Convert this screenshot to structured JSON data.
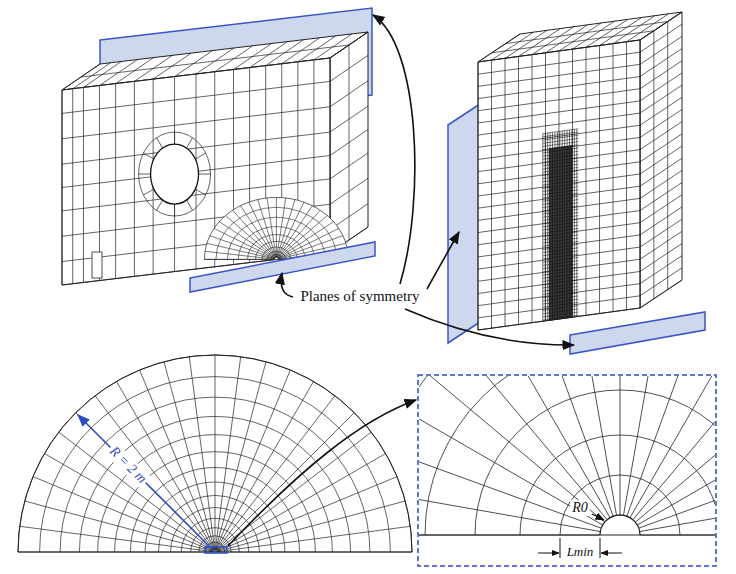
{
  "diagram": {
    "labels": [
      "Planes of symmetry",
      "R = 2 m",
      "R0",
      "Lmin"
    ]
  }
}
